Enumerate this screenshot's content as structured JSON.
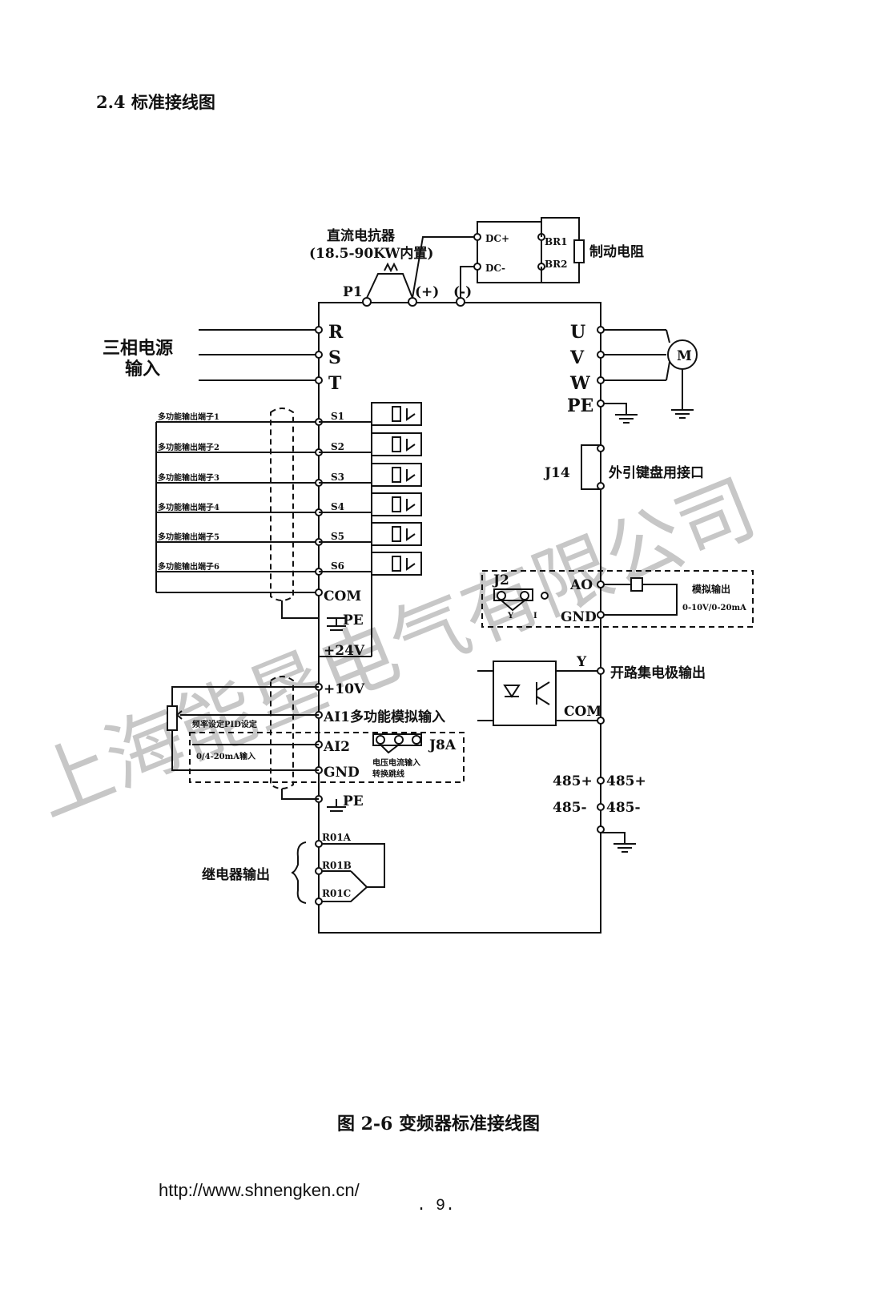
{
  "section_title": "2.4 标准接线图",
  "caption": "图 2-6  变频器标准接线图",
  "footer": {
    "url": "http://www.shnengken.cn/",
    "page": ". 9."
  },
  "watermark": "上海能垦电气有限公司",
  "labels": {
    "dc_reactor_1": "直流电抗器",
    "dc_reactor_2": "(18.5-90KW内置)",
    "p1": "P1",
    "plus": "(+)",
    "minus": "(-)",
    "dc_plus": "DC+",
    "dc_minus": "DC-",
    "br1": "BR1",
    "br2": "BR2",
    "brake_resistor": "制动电阻",
    "three_phase_1": "三相电源",
    "three_phase_2": "输入",
    "r": "R",
    "s": "S",
    "t": "T",
    "u": "U",
    "v": "V",
    "w": "W",
    "pe": "PE",
    "motor": "M",
    "mo_terms": [
      "多功能输出端子1",
      "多功能输出端子2",
      "多功能输出端子3",
      "多功能输出端子4",
      "多功能输出端子5",
      "多功能输出端子6"
    ],
    "s_terms": [
      "S1",
      "S2",
      "S3",
      "S4",
      "S5",
      "S6"
    ],
    "com": "COM",
    "pe2": "PE",
    "plus24": "+24V",
    "plus10": "+10V",
    "ai1": "AI1多功能模拟输入",
    "freq_pid": "频率设定PID设定",
    "ai2": "AI2",
    "gnd": "GND",
    "current_in": "0/4-20mA输入",
    "j8a": "J8A",
    "vi_switch_1": "电压电流输入",
    "vi_switch_2": "转换跳线",
    "pe3": "PE",
    "ro1a": "R01A",
    "ro1b": "R01B",
    "ro1c": "R01C",
    "relay_out": "继电器输出",
    "j14": "J14",
    "ext_keypad": "外引键盘用接口",
    "j2": "J2",
    "ao": "AO",
    "gnd2": "GND",
    "y_lbl": "Y",
    "i_lbl": "I",
    "analog_out": "模拟输出",
    "analog_range": "0-10V/0-20mA",
    "y_term": "Y",
    "open_collector": "开路集电极输出",
    "com2": "COM",
    "p485": "485+",
    "m485": "485-"
  }
}
